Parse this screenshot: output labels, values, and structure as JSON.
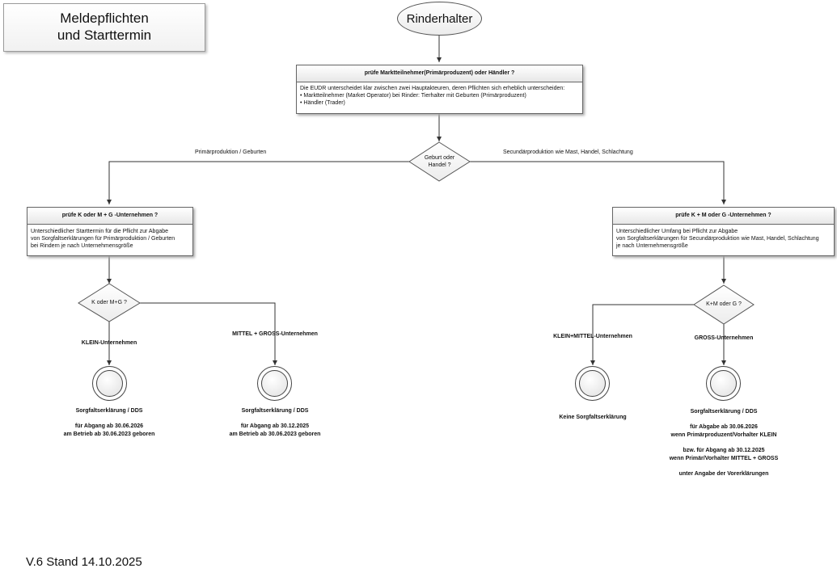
{
  "title": {
    "line1": "Meldepflichten",
    "line2": "und Starttermin"
  },
  "start": {
    "label": "Rinderhalter"
  },
  "top_card": {
    "header": "prüfe Marktteilnehmer(Primärproduzent) oder Händler ?",
    "body": [
      "Die EUDR unterscheidet klar zwischen zwei Hauptakteuren, deren Pflichten sich erheblich unterscheiden:",
      "• Marktteilnehmer (Market Operator)   bei Rinder: Tierhalter mit Geburten (Primärproduzent)",
      "• Händler (Trader)"
    ]
  },
  "decision_main": {
    "line1": "Geburt oder",
    "line2": "Handel ?"
  },
  "branch_left_label": "Primärproduktion / Geburten",
  "branch_right_label": "Secundärproduktion wie Mast, Handel, Schlachtung",
  "left_card": {
    "header": "prüfe K oder M + G -Unternehmen ?",
    "body": [
      "Unterschiedlicher Starttermin für die Pflicht zur Abgabe",
      "von Sorgfaltserklärungen für Primärproduktion / Geburten",
      "bei Rindern je nach Unternehmensgröße"
    ]
  },
  "right_card": {
    "header": "prüfe K + M oder G -Unternehmen ?",
    "body": [
      "Unterschiedlicher Umfang bei Pflicht zur Abgabe",
      "von Sorgfaltserklärungen für Secundärproduktion wie Mast, Handel, Schlachtung",
      "je nach Unternehmensgröße"
    ]
  },
  "decision_left": {
    "label": "K oder M+G ?"
  },
  "decision_right": {
    "label": "K+M oder G ?"
  },
  "outcomes": {
    "ll": {
      "branch": "KLEIN-Unternehmen",
      "title": "Sorgfaltserklärung / DDS",
      "lines": [
        "für Abgang ab 30.06.2026",
        "am Betrieb ab 30.06.2023 geboren"
      ]
    },
    "lr": {
      "branch": "MITTEL + GROSS-Unternehmen",
      "title": "Sorgfaltserklärung / DDS",
      "lines": [
        "für Abgang ab 30.12.2025",
        "am Betrieb ab 30.06.2023 geboren"
      ]
    },
    "rl": {
      "branch": "KLEIN+MITTEL-Unternehmen",
      "title": "Keine Sorgfaltserklärung"
    },
    "rr": {
      "branch": "GROSS-Unternehmen",
      "title": "Sorgfaltserklärung / DDS",
      "line1": "für Abgabe ab 30.06.2026",
      "line2": "wenn Primärproduzent/Vorhalter KLEIN",
      "line3": "bzw. für Abgang ab 30.12.2025",
      "line4": "wenn Primär/Vorhalter MITTEL + GROSS",
      "line5": "unter Angabe der Vorerklärungen"
    }
  },
  "footer": "V.6 Stand 14.10.2025"
}
